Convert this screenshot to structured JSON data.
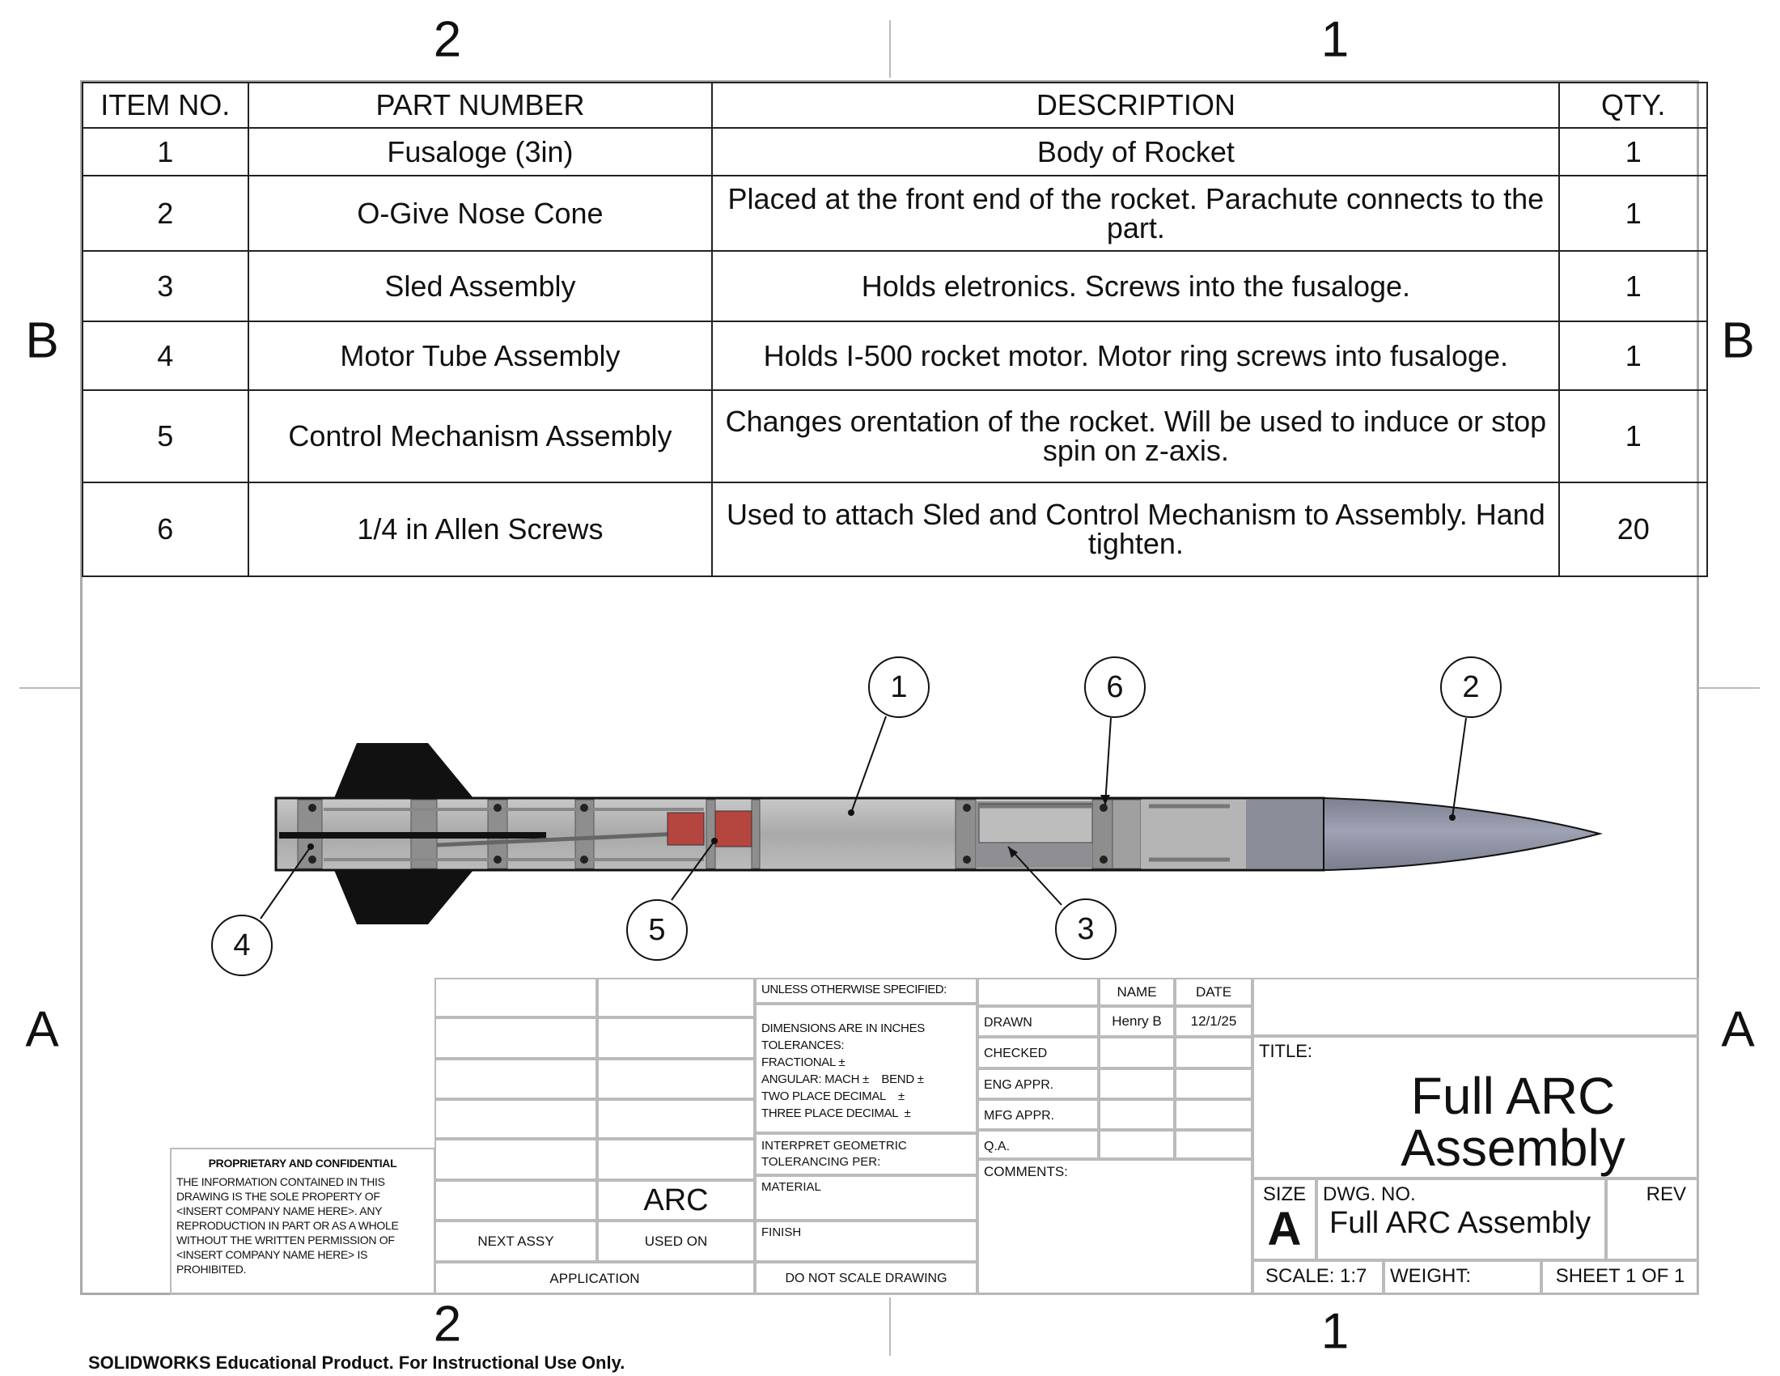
{
  "zones": {
    "top_left": "2",
    "top_right": "1",
    "bottom_left": "2",
    "bottom_right": "1",
    "left_upper": "B",
    "right_upper": "B",
    "left_lower": "A",
    "right_lower": "A"
  },
  "bom": {
    "headers": [
      "ITEM NO.",
      "PART NUMBER",
      "DESCRIPTION",
      "QTY."
    ],
    "rows": [
      {
        "item": "1",
        "part": "Fusaloge (3in)",
        "desc": "Body of Rocket",
        "qty": "1"
      },
      {
        "item": "2",
        "part": "O-Give Nose Cone",
        "desc": "Placed at the front end of the rocket. Parachute connects to the part.",
        "qty": "1"
      },
      {
        "item": "3",
        "part": "Sled Assembly",
        "desc": "Holds eletronics. Screws into the fusaloge.",
        "qty": "1"
      },
      {
        "item": "4",
        "part": "Motor Tube Assembly",
        "desc": "Holds I-500 rocket motor. Motor ring screws into fusaloge.",
        "qty": "1"
      },
      {
        "item": "5",
        "part": "Control Mechanism Assembly",
        "desc": "Changes orentation of the rocket. Will be used to induce or stop spin on z-axis.",
        "qty": "1"
      },
      {
        "item": "6",
        "part": "1/4 in Allen Screws",
        "desc": "Used to attach Sled and Control Mechanism to Assembly. Hand tighten.",
        "qty": "20"
      }
    ]
  },
  "balloons": [
    "1",
    "6",
    "2",
    "4",
    "5",
    "3"
  ],
  "title_block": {
    "proprietary_title": "PROPRIETARY AND CONFIDENTIAL",
    "proprietary_text": "THE INFORMATION CONTAINED IN THIS DRAWING IS THE SOLE PROPERTY OF <INSERT COMPANY NAME HERE>.  ANY REPRODUCTION IN PART OR AS A WHOLE WITHOUT THE WRITTEN PERMISSION OF <INSERT COMPANY NAME HERE> IS PROHIBITED.",
    "used_on_value": "ARC",
    "next_assy": "NEXT ASSY",
    "used_on": "USED ON",
    "application": "APPLICATION",
    "unless": "UNLESS OTHERWISE SPECIFIED:",
    "tolerances": [
      "DIMENSIONS ARE IN INCHES",
      "TOLERANCES:",
      "FRACTIONAL ±",
      "ANGULAR: MACH ±    BEND ±",
      "TWO PLACE DECIMAL    ±",
      "THREE PLACE DECIMAL  ±"
    ],
    "interpret": "INTERPRET GEOMETRIC TOLERANCING PER:",
    "material": "MATERIAL",
    "finish": "FINISH",
    "do_not_scale": "DO NOT SCALE DRAWING",
    "name_hdr": "NAME",
    "date_hdr": "DATE",
    "drawn": "DRAWN",
    "drawn_name": "Henry B",
    "drawn_date": "12/1/25",
    "checked": "CHECKED",
    "eng_appr": "ENG APPR.",
    "mfg_appr": "MFG APPR.",
    "qa": "Q.A.",
    "comments": "COMMENTS:",
    "title_label": "TITLE:",
    "title": "Full ARC Assembly",
    "size_label": "SIZE",
    "size": "A",
    "dwg_no_label": "DWG.  NO.",
    "dwg_no": "Full ARC Assembly",
    "rev_label": "REV",
    "scale": "SCALE: 1:7",
    "weight": "WEIGHT:",
    "sheet": "SHEET 1 OF 1"
  },
  "watermark": "SOLIDWORKS Educational Product. For Instructional Use Only."
}
